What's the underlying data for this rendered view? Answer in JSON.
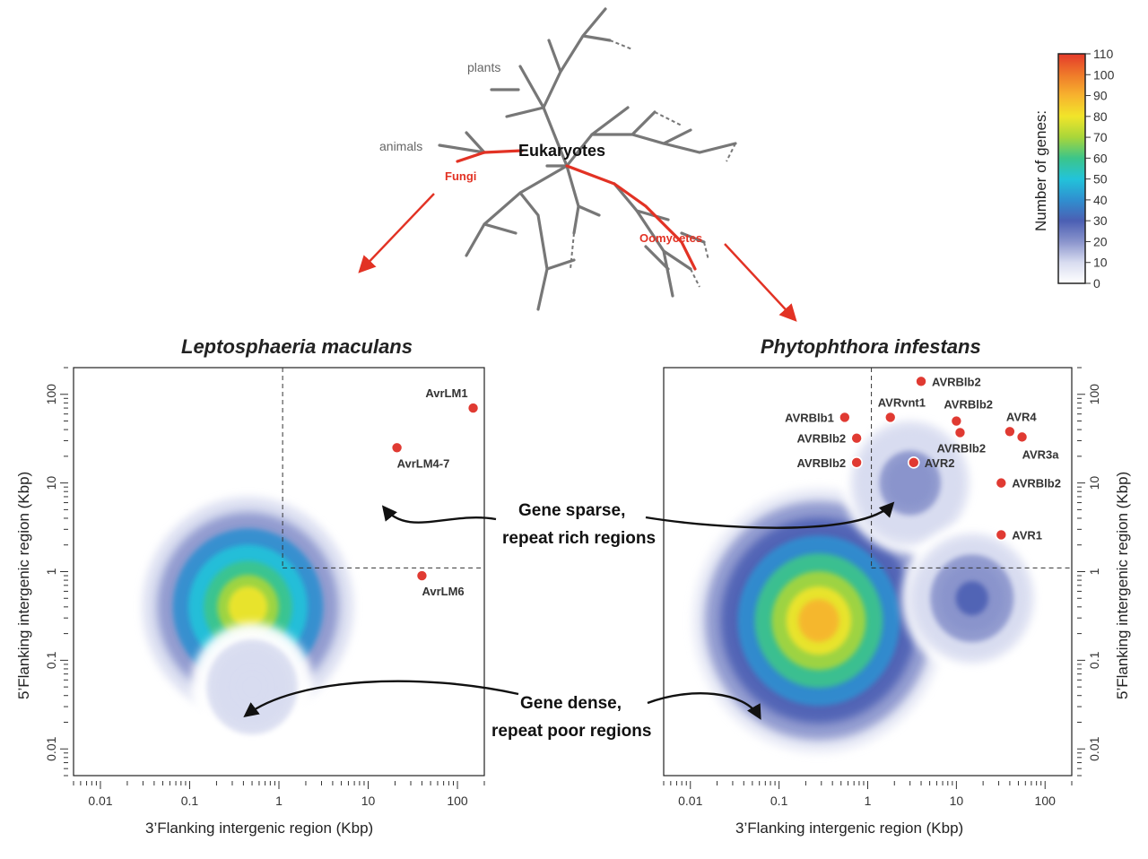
{
  "tree": {
    "root_label": "Eukaryotes",
    "labels": [
      "plants",
      "animals"
    ],
    "highlighted": [
      "Fungi",
      "Oomycetes"
    ]
  },
  "colorbar": {
    "title": "Number of genes:",
    "ticks": [
      0,
      10,
      20,
      30,
      40,
      50,
      60,
      70,
      80,
      90,
      100,
      110
    ],
    "stops": [
      "#ffffff",
      "#d8dcf0",
      "#8a94cc",
      "#4b5fb3",
      "#2f8fd0",
      "#22c3da",
      "#3cc58a",
      "#a8d63a",
      "#f1e52a",
      "#f7b32e",
      "#ef7a2a",
      "#e43a2a"
    ]
  },
  "chart_data": [
    {
      "type": "heatmap",
      "title": "Leptosphaeria maculans",
      "xlabel": "3’Flanking intergenic region (Kbp)",
      "ylabel": "5’Flanking intergenic region (Kbp)",
      "xscale": "log",
      "yscale": "log",
      "xlim": [
        0.005,
        200
      ],
      "ylim": [
        0.005,
        200
      ],
      "x_ticks": [
        "0.01",
        "0.1",
        "1",
        "10",
        "100"
      ],
      "y_ticks": [
        "0.01",
        "0.1",
        "1",
        "10",
        "100"
      ],
      "y_axis_side": "left",
      "threshold": {
        "x": 1.1,
        "y": 1.1
      },
      "density_peaks": [
        {
          "x": 0.45,
          "y": 0.4,
          "peak": 85
        },
        {
          "x": 0.5,
          "y": 0.05,
          "peak": 15
        }
      ],
      "points": [
        {
          "label": "AvrLM1",
          "x": 150,
          "y": 70
        },
        {
          "label": "AvrLM4-7",
          "x": 21,
          "y": 25
        },
        {
          "label": "AvrLM6",
          "x": 40,
          "y": 0.9
        }
      ]
    },
    {
      "type": "heatmap",
      "title": "Phytophthora infestans",
      "xlabel": "3’Flanking intergenic region (Kbp)",
      "ylabel": "5’Flanking intergenic region (Kbp)",
      "xscale": "log",
      "yscale": "log",
      "xlim": [
        0.005,
        200
      ],
      "ylim": [
        0.005,
        200
      ],
      "x_ticks": [
        "0.01",
        "0.1",
        "1",
        "10",
        "100"
      ],
      "y_ticks": [
        "0.01",
        "0.1",
        "1",
        "10",
        "100"
      ],
      "y_axis_side": "right",
      "threshold": {
        "x": 1.1,
        "y": 1.1
      },
      "density_peaks": [
        {
          "x": 0.28,
          "y": 0.28,
          "peak": 100
        },
        {
          "x": 3,
          "y": 10,
          "peak": 25
        },
        {
          "x": 15,
          "y": 0.5,
          "peak": 30
        }
      ],
      "points": [
        {
          "label": "AVRBlb2",
          "x": 4,
          "y": 140
        },
        {
          "label": "AVRBlb1",
          "x": 0.55,
          "y": 55
        },
        {
          "label": "AVRvnt1",
          "x": 1.8,
          "y": 55
        },
        {
          "label": "AVRBlb2",
          "x": 10,
          "y": 50
        },
        {
          "label": "AVRBlb2",
          "x": 0.75,
          "y": 32
        },
        {
          "label": "AVRBlb2",
          "x": 11,
          "y": 37
        },
        {
          "label": "AVR4",
          "x": 40,
          "y": 38
        },
        {
          "label": "AVR3a",
          "x": 55,
          "y": 33
        },
        {
          "label": "AVRBlb2",
          "x": 0.75,
          "y": 17
        },
        {
          "label": "AVR2",
          "x": 3.3,
          "y": 17
        },
        {
          "label": "AVRBlb2",
          "x": 32,
          "y": 10
        },
        {
          "label": "AVR1",
          "x": 32,
          "y": 2.6
        }
      ]
    }
  ],
  "annotations": {
    "sparse": [
      "Gene sparse,",
      "repeat rich regions"
    ],
    "dense": [
      "Gene dense,",
      "repeat poor regions"
    ]
  }
}
